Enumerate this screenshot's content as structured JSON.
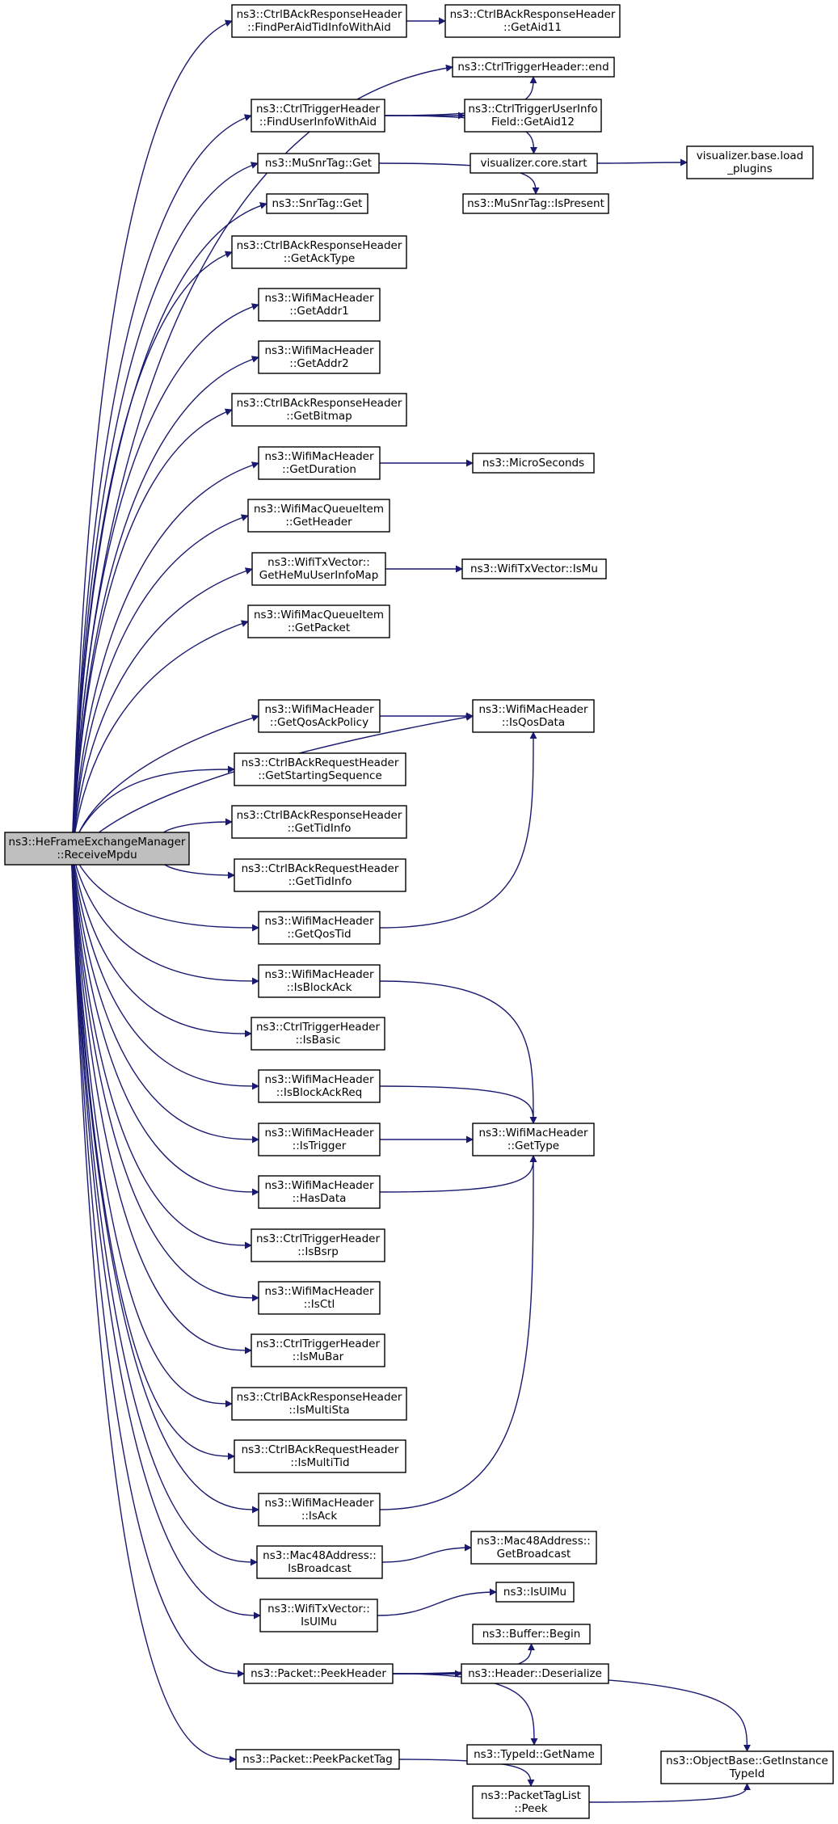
{
  "colors": {
    "edge": "#191970",
    "root_fill": "#bfbfbf",
    "node_border": "#000000",
    "truncated_border": "#ff0000"
  },
  "diagram": {
    "type": "call-graph",
    "nodes": [
      {
        "id": "root",
        "lines": [
          "ns3::HeFrameExchangeManager",
          "::ReceiveMpdu"
        ],
        "style": "root"
      },
      {
        "id": "findPerAid",
        "lines": [
          "ns3::CtrlBAckResponseHeader",
          "::FindPerAidTidInfoWithAid"
        ],
        "style": "normal"
      },
      {
        "id": "getAid11",
        "lines": [
          "ns3::CtrlBAckResponseHeader",
          "::GetAid11"
        ],
        "style": "normal"
      },
      {
        "id": "trigEnd",
        "lines": [
          "ns3::CtrlTriggerHeader::end"
        ],
        "style": "normal"
      },
      {
        "id": "findUser",
        "lines": [
          "ns3::CtrlTriggerHeader",
          "::FindUserInfoWithAid"
        ],
        "style": "normal"
      },
      {
        "id": "getAid12",
        "lines": [
          "ns3::CtrlTriggerUserInfo",
          "Field::GetAid12"
        ],
        "style": "normal"
      },
      {
        "id": "vizStart",
        "lines": [
          "visualizer.core.start"
        ],
        "style": "normal"
      },
      {
        "id": "vizLoad",
        "lines": [
          "visualizer.base.load",
          "_plugins"
        ],
        "style": "truncated"
      },
      {
        "id": "muSnrGet",
        "lines": [
          "ns3::MuSnrTag::Get"
        ],
        "style": "normal"
      },
      {
        "id": "muSnrPresent",
        "lines": [
          "ns3::MuSnrTag::IsPresent"
        ],
        "style": "normal"
      },
      {
        "id": "snrGet",
        "lines": [
          "ns3::SnrTag::Get"
        ],
        "style": "normal"
      },
      {
        "id": "getAckType",
        "lines": [
          "ns3::CtrlBAckResponseHeader",
          "::GetAckType"
        ],
        "style": "normal"
      },
      {
        "id": "getAddr1",
        "lines": [
          "ns3::WifiMacHeader",
          "::GetAddr1"
        ],
        "style": "normal"
      },
      {
        "id": "getAddr2",
        "lines": [
          "ns3::WifiMacHeader",
          "::GetAddr2"
        ],
        "style": "normal"
      },
      {
        "id": "getBitmap",
        "lines": [
          "ns3::CtrlBAckResponseHeader",
          "::GetBitmap"
        ],
        "style": "normal"
      },
      {
        "id": "getDuration",
        "lines": [
          "ns3::WifiMacHeader",
          "::GetDuration"
        ],
        "style": "normal"
      },
      {
        "id": "microSeconds",
        "lines": [
          "ns3::MicroSeconds"
        ],
        "style": "truncated"
      },
      {
        "id": "getHeader",
        "lines": [
          "ns3::WifiMacQueueItem",
          "::GetHeader"
        ],
        "style": "normal"
      },
      {
        "id": "getHeMuMap",
        "lines": [
          "ns3::WifiTxVector::",
          "GetHeMuUserInfoMap"
        ],
        "style": "normal"
      },
      {
        "id": "isMu",
        "lines": [
          "ns3::WifiTxVector::IsMu"
        ],
        "style": "truncated"
      },
      {
        "id": "getPacket",
        "lines": [
          "ns3::WifiMacQueueItem",
          "::GetPacket"
        ],
        "style": "normal"
      },
      {
        "id": "getQosAck",
        "lines": [
          "ns3::WifiMacHeader",
          "::GetQosAckPolicy"
        ],
        "style": "normal"
      },
      {
        "id": "isQosData",
        "lines": [
          "ns3::WifiMacHeader",
          "::IsQosData"
        ],
        "style": "normal"
      },
      {
        "id": "getStartSeq",
        "lines": [
          "ns3::CtrlBAckRequestHeader",
          "::GetStartingSequence"
        ],
        "style": "normal"
      },
      {
        "id": "respTidInfo",
        "lines": [
          "ns3::CtrlBAckResponseHeader",
          "::GetTidInfo"
        ],
        "style": "normal"
      },
      {
        "id": "reqTidInfo",
        "lines": [
          "ns3::CtrlBAckRequestHeader",
          "::GetTidInfo"
        ],
        "style": "normal"
      },
      {
        "id": "getQosTid",
        "lines": [
          "ns3::WifiMacHeader",
          "::GetQosTid"
        ],
        "style": "normal"
      },
      {
        "id": "isBlockAck",
        "lines": [
          "ns3::WifiMacHeader",
          "::IsBlockAck"
        ],
        "style": "normal"
      },
      {
        "id": "isBasic",
        "lines": [
          "ns3::CtrlTriggerHeader",
          "::IsBasic"
        ],
        "style": "normal"
      },
      {
        "id": "isBlockAckReq",
        "lines": [
          "ns3::WifiMacHeader",
          "::IsBlockAckReq"
        ],
        "style": "normal"
      },
      {
        "id": "getType",
        "lines": [
          "ns3::WifiMacHeader",
          "::GetType"
        ],
        "style": "normal"
      },
      {
        "id": "isTrigger",
        "lines": [
          "ns3::WifiMacHeader",
          "::IsTrigger"
        ],
        "style": "normal"
      },
      {
        "id": "hasData",
        "lines": [
          "ns3::WifiMacHeader",
          "::HasData"
        ],
        "style": "normal"
      },
      {
        "id": "isBsrp",
        "lines": [
          "ns3::CtrlTriggerHeader",
          "::IsBsrp"
        ],
        "style": "normal"
      },
      {
        "id": "isCtl",
        "lines": [
          "ns3::WifiMacHeader",
          "::IsCtl"
        ],
        "style": "normal"
      },
      {
        "id": "isMuBar",
        "lines": [
          "ns3::CtrlTriggerHeader",
          "::IsMuBar"
        ],
        "style": "normal"
      },
      {
        "id": "isMultiSta",
        "lines": [
          "ns3::CtrlBAckResponseHeader",
          "::IsMultiSta"
        ],
        "style": "normal"
      },
      {
        "id": "isMultiTid",
        "lines": [
          "ns3::CtrlBAckRequestHeader",
          "::IsMultiTid"
        ],
        "style": "normal"
      },
      {
        "id": "isAck",
        "lines": [
          "ns3::WifiMacHeader",
          "::IsAck"
        ],
        "style": "normal"
      },
      {
        "id": "isBroadcast",
        "lines": [
          "ns3::Mac48Address::",
          "IsBroadcast"
        ],
        "style": "normal"
      },
      {
        "id": "getBroadcast",
        "lines": [
          "ns3::Mac48Address::",
          "GetBroadcast"
        ],
        "style": "truncated"
      },
      {
        "id": "isUlMuVec",
        "lines": [
          "ns3::WifiTxVector::",
          "IsUlMu"
        ],
        "style": "normal"
      },
      {
        "id": "isUlMu",
        "lines": [
          "ns3::IsUlMu"
        ],
        "style": "normal"
      },
      {
        "id": "peekHeader",
        "lines": [
          "ns3::Packet::PeekHeader"
        ],
        "style": "normal"
      },
      {
        "id": "bufferBegin",
        "lines": [
          "ns3::Buffer::Begin"
        ],
        "style": "truncated"
      },
      {
        "id": "deserialize",
        "lines": [
          "ns3::Header::Deserialize"
        ],
        "style": "normal"
      },
      {
        "id": "typeIdGetName",
        "lines": [
          "ns3::TypeId::GetName"
        ],
        "style": "truncated"
      },
      {
        "id": "getInstanceTypeId",
        "lines": [
          "ns3::ObjectBase::GetInstance",
          "TypeId"
        ],
        "style": "normal"
      },
      {
        "id": "peekPacketTag",
        "lines": [
          "ns3::Packet::PeekPacketTag"
        ],
        "style": "normal"
      },
      {
        "id": "tagListPeek",
        "lines": [
          "ns3::PacketTagList",
          "::Peek"
        ],
        "style": "truncated"
      }
    ],
    "edges": [
      [
        "root",
        "findPerAid"
      ],
      [
        "root",
        "trigEnd"
      ],
      [
        "root",
        "findUser"
      ],
      [
        "root",
        "muSnrGet"
      ],
      [
        "root",
        "snrGet"
      ],
      [
        "root",
        "getAckType"
      ],
      [
        "root",
        "getAddr1"
      ],
      [
        "root",
        "getAddr2"
      ],
      [
        "root",
        "getBitmap"
      ],
      [
        "root",
        "getDuration"
      ],
      [
        "root",
        "getHeader"
      ],
      [
        "root",
        "getHeMuMap"
      ],
      [
        "root",
        "getPacket"
      ],
      [
        "root",
        "isQosData"
      ],
      [
        "root",
        "getQosAck"
      ],
      [
        "root",
        "getStartSeq"
      ],
      [
        "root",
        "respTidInfo"
      ],
      [
        "root",
        "reqTidInfo"
      ],
      [
        "root",
        "getQosTid"
      ],
      [
        "root",
        "isBlockAck"
      ],
      [
        "root",
        "isBasic"
      ],
      [
        "root",
        "isBlockAckReq"
      ],
      [
        "root",
        "isTrigger"
      ],
      [
        "root",
        "hasData"
      ],
      [
        "root",
        "isBsrp"
      ],
      [
        "root",
        "isCtl"
      ],
      [
        "root",
        "isMuBar"
      ],
      [
        "root",
        "isMultiSta"
      ],
      [
        "root",
        "isMultiTid"
      ],
      [
        "root",
        "isAck"
      ],
      [
        "root",
        "isBroadcast"
      ],
      [
        "root",
        "isUlMuVec"
      ],
      [
        "root",
        "peekHeader"
      ],
      [
        "root",
        "peekPacketTag"
      ],
      [
        "findPerAid",
        "getAid11"
      ],
      [
        "findUser",
        "trigEnd"
      ],
      [
        "findUser",
        "getAid12"
      ],
      [
        "findUser",
        "vizStart"
      ],
      [
        "vizStart",
        "vizLoad"
      ],
      [
        "muSnrGet",
        "muSnrPresent"
      ],
      [
        "getDuration",
        "microSeconds"
      ],
      [
        "getHeMuMap",
        "isMu"
      ],
      [
        "getQosAck",
        "isQosData"
      ],
      [
        "getQosTid",
        "isQosData"
      ],
      [
        "isBlockAck",
        "getType"
      ],
      [
        "isBlockAckReq",
        "getType"
      ],
      [
        "isTrigger",
        "getType"
      ],
      [
        "hasData",
        "getType"
      ],
      [
        "isAck",
        "getType"
      ],
      [
        "isBroadcast",
        "getBroadcast"
      ],
      [
        "isUlMuVec",
        "isUlMu"
      ],
      [
        "peekHeader",
        "bufferBegin"
      ],
      [
        "peekHeader",
        "deserialize"
      ],
      [
        "peekHeader",
        "typeIdGetName"
      ],
      [
        "peekHeader",
        "getInstanceTypeId"
      ],
      [
        "peekPacketTag",
        "tagListPeek"
      ],
      [
        "tagListPeek",
        "getInstanceTypeId"
      ]
    ]
  }
}
